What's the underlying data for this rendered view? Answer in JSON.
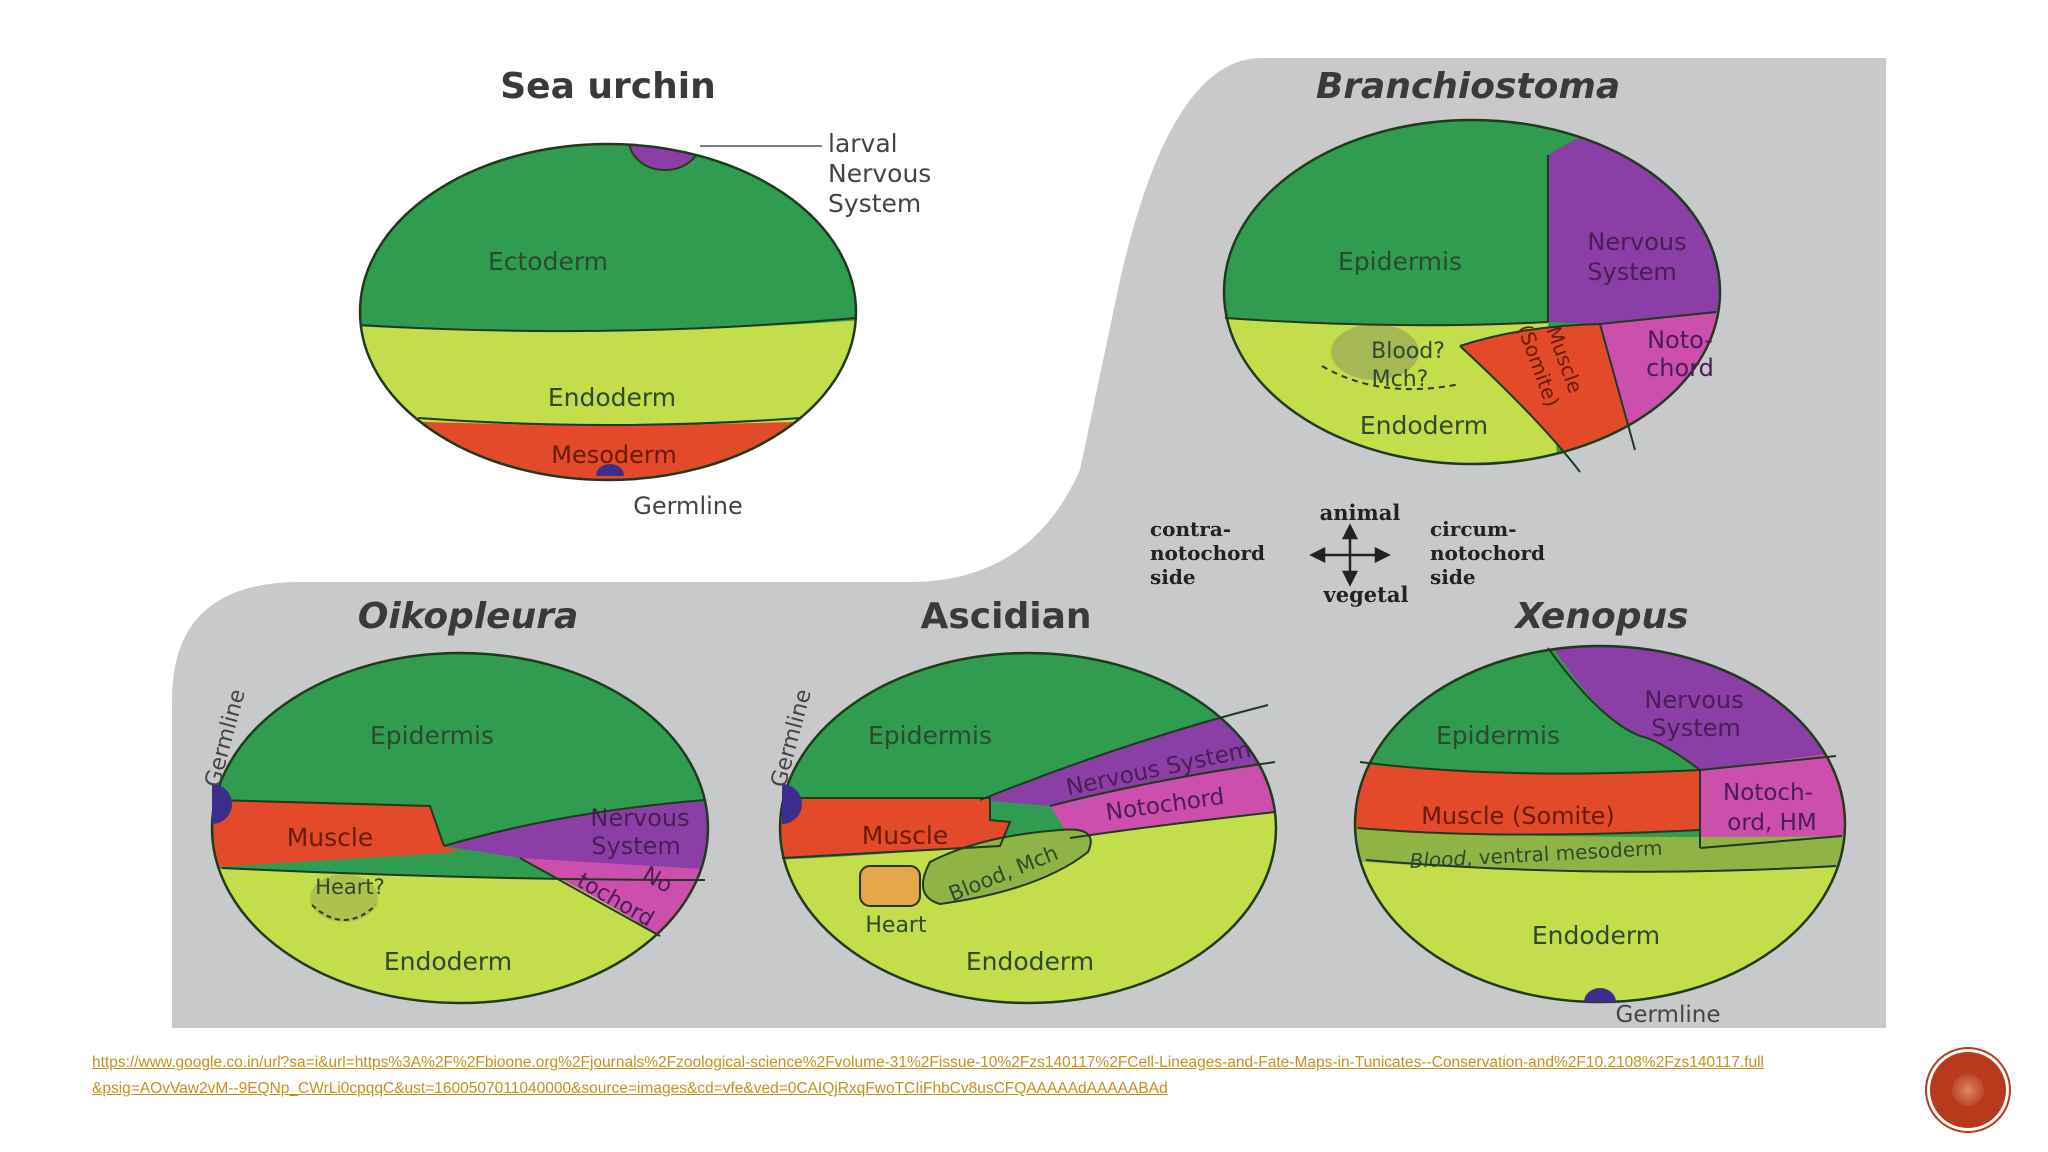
{
  "colors": {
    "panel": "#c8c9cb",
    "ectoderm": "#2f9c4f",
    "endoderm": "#c3de4a",
    "mesoderm": "#e24a2a",
    "nervous": "#8a3ea6",
    "notochord": "#cc4fae",
    "blood": "#8fb445",
    "heart": "#e8a64a",
    "germline": "#3d2d8c",
    "link": "#c8901a",
    "badge": "#b83a1c"
  },
  "titles": {
    "sea_urchin": "Sea urchin",
    "branchiostoma": "Branchiostoma",
    "oikopleura": "Oikopleura",
    "ascidian": "Ascidian",
    "xenopus": "Xenopus"
  },
  "sea_urchin": {
    "ectoderm": "Ectoderm",
    "endoderm": "Endoderm",
    "mesoderm": "Mesoderm",
    "germline": "Germline",
    "larval_1": "larval",
    "larval_2": "Nervous",
    "larval_3": "System"
  },
  "branchiostoma": {
    "epidermis": "Epidermis",
    "nervous_1": "Nervous",
    "nervous_2": "System",
    "noto_1": "Noto-",
    "noto_2": "chord",
    "muscle_1": "Muscle",
    "muscle_2": "(Somite)",
    "blood_1": "Blood?",
    "blood_2": "Mch?",
    "endoderm": "Endoderm"
  },
  "axes": {
    "animal": "animal",
    "vegetal": "vegetal",
    "contra_1": "contra-",
    "contra_2": "notochord",
    "contra_3": "side",
    "circum_1": "circum-",
    "circum_2": "notochord",
    "circum_3": "side"
  },
  "oikopleura": {
    "germline": "Germline",
    "epidermis": "Epidermis",
    "muscle": "Muscle",
    "nervous_1": "Nervous",
    "nervous_2": "System",
    "noto_1": "No",
    "noto_2": "tochord",
    "heart": "Heart?",
    "endoderm": "Endoderm"
  },
  "ascidian": {
    "germline": "Germline",
    "epidermis": "Epidermis",
    "nervous": "Nervous System",
    "notochord": "Notochord",
    "muscle": "Muscle",
    "blood": "Blood, Mch",
    "heart": "Heart",
    "endoderm": "Endoderm"
  },
  "xenopus": {
    "epidermis": "Epidermis",
    "nervous_1": "Nervous",
    "nervous_2": "System",
    "muscle": "Muscle (Somite)",
    "noto_1": "Notoch-",
    "noto_2": "ord, HM",
    "blood_a": "Blood",
    "blood_b": ", ventral mesoderm",
    "endoderm": "Endoderm",
    "germline": "Germline"
  },
  "source_link": "https://www.google.co.in/url?sa=i&url=https%3A%2F%2Fbioone.org%2Fjournals%2Fzoological-science%2Fvolume-31%2Fissue-10%2Fzs140117%2FCell-Lineages-and-Fate-Maps-in-Tunicates--Conservation-and%2F10.2108%2Fzs140117.full&psig=AOvVaw2vM--9EQNp_CWrLi0cpqqC&ust=1600507011040000&source=images&cd=vfe&ved=0CAIQjRxqFwoTCIiFhbCv8usCFQAAAAAdAAAAABAd"
}
